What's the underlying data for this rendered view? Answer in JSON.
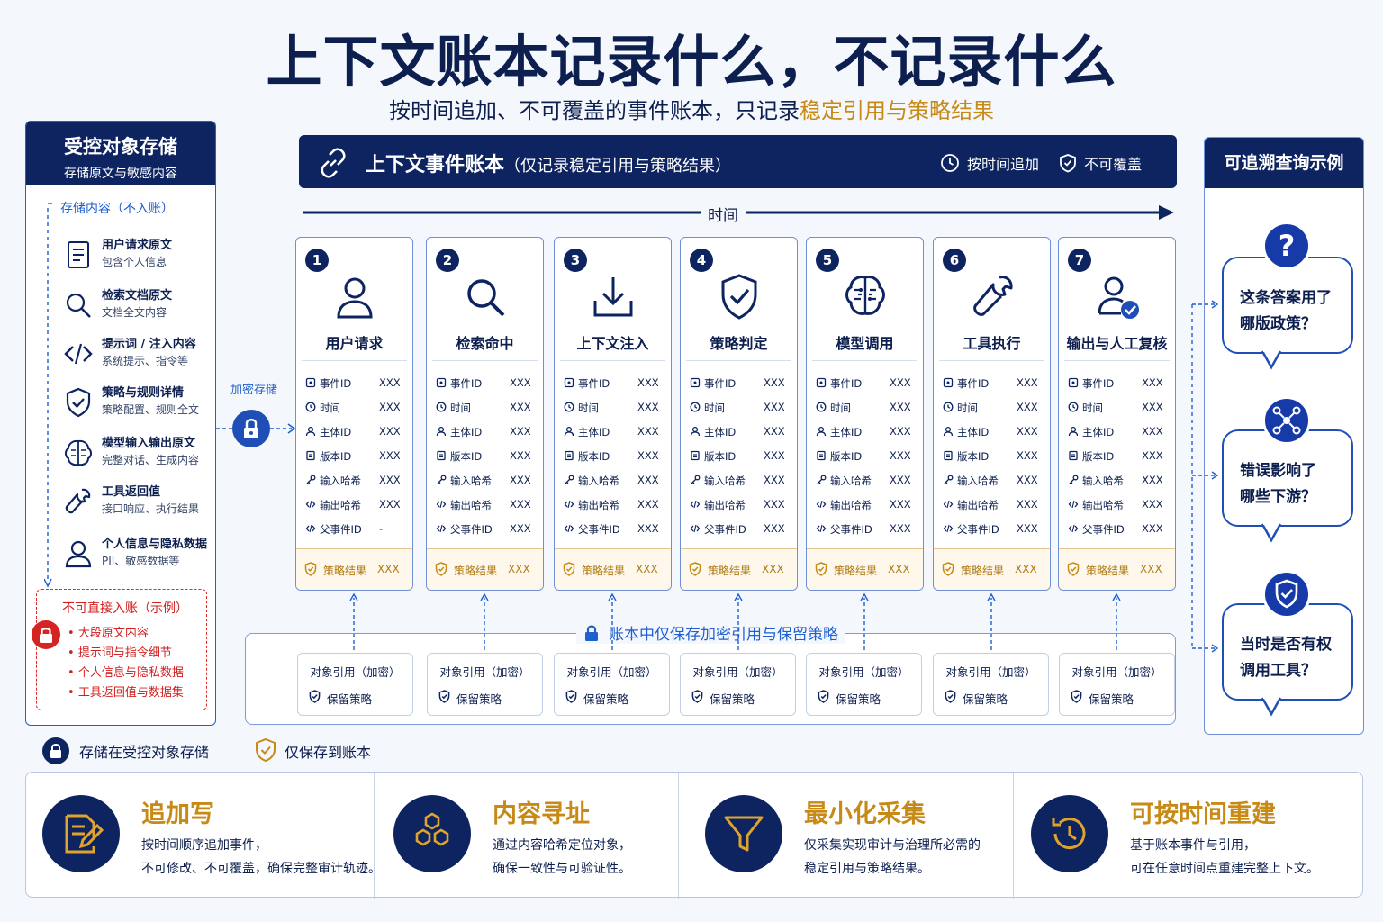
{
  "title": "上下文账本记录什么，不记录什么",
  "subtitle": {
    "main": "按时间追加、不可覆盖的事件账本，只记录",
    "highlight": "稳定引用与策略结果"
  },
  "left_panel": {
    "title": "受控对象存储",
    "subtitle": "存储原文与敏感内容",
    "store_label": "存储内容（不入账）",
    "items": [
      {
        "name": "用户请求原文",
        "desc": "包含个人信息",
        "icon": "document-icon"
      },
      {
        "name": "检索文档原文",
        "desc": "文档全文内容",
        "icon": "search-icon"
      },
      {
        "name": "提示词 / 注入内容",
        "desc": "系统提示、指令等",
        "icon": "code-icon"
      },
      {
        "name": "策略与规则详情",
        "desc": "策略配置、规则全文",
        "icon": "shield-check-icon"
      },
      {
        "name": "模型输入输出原文",
        "desc": "完整对话、生成内容",
        "icon": "brain-icon"
      },
      {
        "name": "工具返回值",
        "desc": "接口响应、执行结果",
        "icon": "wrench-icon"
      },
      {
        "name": "个人信息与隐私数据",
        "desc": "PII、敏感数据等",
        "icon": "user-icon"
      }
    ],
    "no_entry_title": "不可直接入账（示例）",
    "no_entry_items": [
      "大段原文内容",
      "提示词与指令细节",
      "个人信息与隐私数据",
      "工具返回值与数据集"
    ]
  },
  "encrypted_store_label": "加密存储",
  "ledger": {
    "title": "上下文事件账本",
    "title_note": "（仅记录稳定引用与策略结果）",
    "badge_append": "按时间追加",
    "badge_immutable": "不可覆盖",
    "time_label": "时间"
  },
  "field_labels": [
    "事件ID",
    "时间",
    "主体ID",
    "版本ID",
    "输入哈希",
    "输出哈希",
    "父事件ID"
  ],
  "field_icons": [
    "id-icon",
    "clock-icon",
    "person-icon",
    "version-icon",
    "key-icon",
    "code-icon",
    "code-icon"
  ],
  "policy_label": "策略结果",
  "events": [
    {
      "num": "1",
      "name": "用户请求",
      "icon": "user-icon",
      "values": [
        "XXX",
        "XXX",
        "XXX",
        "XXX",
        "XXX",
        "XXX",
        "-"
      ],
      "policy": "XXX"
    },
    {
      "num": "2",
      "name": "检索命中",
      "icon": "search-icon",
      "values": [
        "XXX",
        "XXX",
        "XXX",
        "XXX",
        "XXX",
        "XXX",
        "XXX"
      ],
      "policy": "XXX"
    },
    {
      "num": "3",
      "name": "上下文注入",
      "icon": "download-icon",
      "values": [
        "XXX",
        "XXX",
        "XXX",
        "XXX",
        "XXX",
        "XXX",
        "XXX"
      ],
      "policy": "XXX"
    },
    {
      "num": "4",
      "name": "策略判定",
      "icon": "shield-check-icon",
      "values": [
        "XXX",
        "XXX",
        "XXX",
        "XXX",
        "XXX",
        "XXX",
        "XXX"
      ],
      "policy": "XXX"
    },
    {
      "num": "5",
      "name": "模型调用",
      "icon": "brain-icon",
      "values": [
        "XXX",
        "XXX",
        "XXX",
        "XXX",
        "XXX",
        "XXX",
        "XXX"
      ],
      "policy": "XXX"
    },
    {
      "num": "6",
      "name": "工具执行",
      "icon": "wrench-icon",
      "values": [
        "XXX",
        "XXX",
        "XXX",
        "XXX",
        "XXX",
        "XXX",
        "XXX"
      ],
      "policy": "XXX"
    },
    {
      "num": "7",
      "name": "输出与人工复核",
      "icon": "user-check-icon",
      "values": [
        "XXX",
        "XXX",
        "XXX",
        "XXX",
        "XXX",
        "XXX",
        "XXX"
      ],
      "policy": "XXX"
    }
  ],
  "object_area": {
    "heading": "账本中仅保存加密引用与保留策略",
    "ref_label": "对象引用（加密）",
    "retention_label": "保留策略"
  },
  "legend": {
    "stored": "存储在受控对象存储",
    "ledger_only": "仅保存到账本"
  },
  "right_panel": {
    "title": "可追溯查询示例",
    "queries": [
      {
        "lines": [
          "这条答案用了",
          "哪版政策？"
        ],
        "icon": "question-icon"
      },
      {
        "lines": [
          "错误影响了",
          "哪些下游？"
        ],
        "icon": "network-icon"
      },
      {
        "lines": [
          "当时是否有权",
          "调用工具？"
        ],
        "icon": "shield-check-icon"
      }
    ]
  },
  "principles": [
    {
      "title": "追加写",
      "lines": [
        "按时间顺序追加事件，",
        "不可修改、不可覆盖，确保完整审计轨迹。"
      ],
      "icon": "edit-document-icon"
    },
    {
      "title": "内容寻址",
      "lines": [
        "通过内容哈希定位对象，",
        "确保一致性与可验证性。"
      ],
      "icon": "hexagons-icon"
    },
    {
      "title": "最小化采集",
      "lines": [
        "仅采集实现审计与治理所必需的",
        "稳定引用与策略结果。"
      ],
      "icon": "filter-icon"
    },
    {
      "title": "可按时间重建",
      "lines": [
        "基于账本事件与引用，",
        "可在任意时间点重建完整上下文。"
      ],
      "icon": "history-icon"
    }
  ],
  "colors": {
    "navy": "#0d2461",
    "blue": "#1f5fd1",
    "gold": "#c88a16",
    "red": "#d21f1f"
  }
}
